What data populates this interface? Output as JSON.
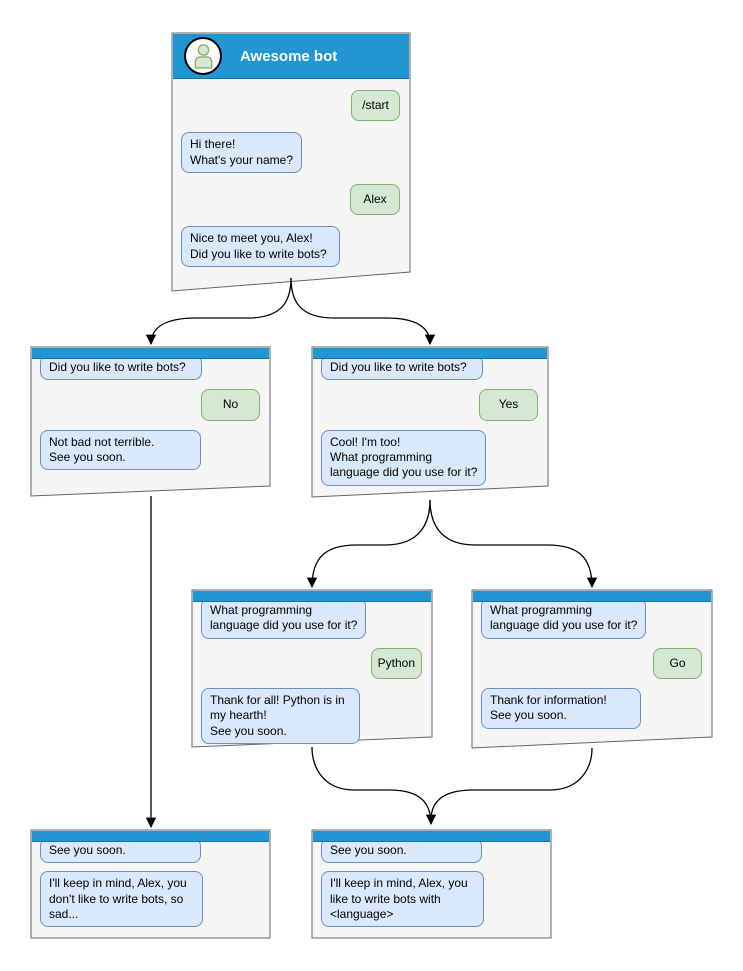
{
  "colors": {
    "titlebar_blue": "#2196d3",
    "titlebar_edge": "#1374a8",
    "window_fill": "#f5f5f5",
    "window_border": "#666666",
    "bot_bubble_fill": "#dae8fc",
    "bot_bubble_border": "#6c8ebf",
    "user_bubble_fill": "#d5e8d4",
    "user_bubble_border": "#82b366",
    "connector": "#000000",
    "title_text": "#ffffff"
  },
  "windows": {
    "main": {
      "title": "Awesome bot",
      "messages": [
        {
          "side": "user",
          "text": "/start"
        },
        {
          "side": "bot",
          "text": "Hi there!\nWhat's your name?"
        },
        {
          "side": "user",
          "text": "Alex"
        },
        {
          "side": "bot",
          "text": "Nice to meet you, Alex!\nDid you like to write bots?"
        }
      ]
    },
    "branch_no": {
      "messages": [
        {
          "side": "bot",
          "text": "Did you like to write bots?"
        },
        {
          "side": "user",
          "text": "No"
        },
        {
          "side": "bot",
          "text": "Not bad not terrible.\nSee you soon."
        }
      ]
    },
    "branch_yes": {
      "messages": [
        {
          "side": "bot",
          "text": "Did you like to write bots?"
        },
        {
          "side": "user",
          "text": "Yes"
        },
        {
          "side": "bot",
          "text": "Cool! I'm too!\nWhat programming\nlanguage did you use for it?"
        }
      ]
    },
    "lang_python": {
      "messages": [
        {
          "side": "bot",
          "text": "What programming\nlanguage did you use for it?"
        },
        {
          "side": "user",
          "text": "Python"
        },
        {
          "side": "bot",
          "text": "Thank for all! Python is in\nmy hearth!\nSee you soon."
        }
      ]
    },
    "lang_go": {
      "messages": [
        {
          "side": "bot",
          "text": "What programming\nlanguage did you use for it?"
        },
        {
          "side": "user",
          "text": "Go"
        },
        {
          "side": "bot",
          "text": "Thank for information!\nSee you soon."
        }
      ]
    },
    "end_no": {
      "messages": [
        {
          "side": "bot",
          "text": "See you soon."
        },
        {
          "side": "bot",
          "text": "I'll keep in mind, Alex, you\ndon't like to write bots, so\nsad..."
        }
      ]
    },
    "end_yes": {
      "messages": [
        {
          "side": "bot",
          "text": "See you soon."
        },
        {
          "side": "bot",
          "text": "I'll keep in mind, Alex, you\nlike to write bots with\n<language>"
        }
      ]
    }
  }
}
